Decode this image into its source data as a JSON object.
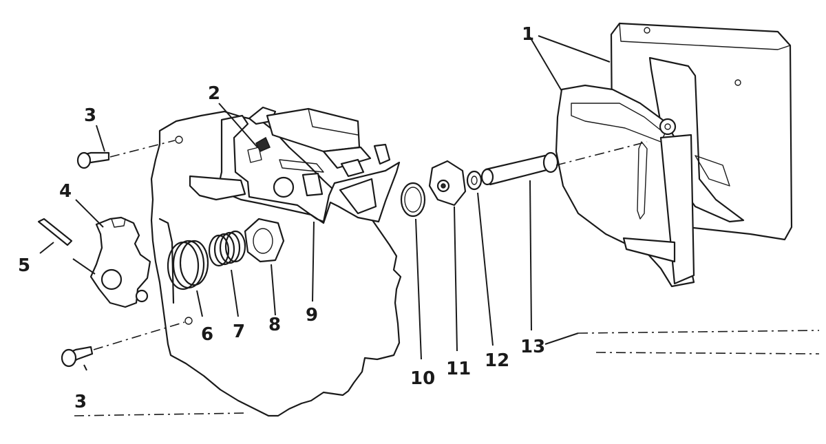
{
  "diagram": {
    "labels": [
      {
        "id": "1",
        "text": "1"
      },
      {
        "id": "2",
        "text": "2"
      },
      {
        "id": "3a",
        "text": "3"
      },
      {
        "id": "3b",
        "text": "3"
      },
      {
        "id": "4",
        "text": "4"
      },
      {
        "id": "5",
        "text": "5"
      },
      {
        "id": "6",
        "text": "6"
      },
      {
        "id": "7",
        "text": "7"
      },
      {
        "id": "8",
        "text": "8"
      },
      {
        "id": "9",
        "text": "9"
      },
      {
        "id": "10",
        "text": "10"
      },
      {
        "id": "11",
        "text": "11"
      },
      {
        "id": "12",
        "text": "12"
      },
      {
        "id": "13",
        "text": "13"
      }
    ]
  }
}
